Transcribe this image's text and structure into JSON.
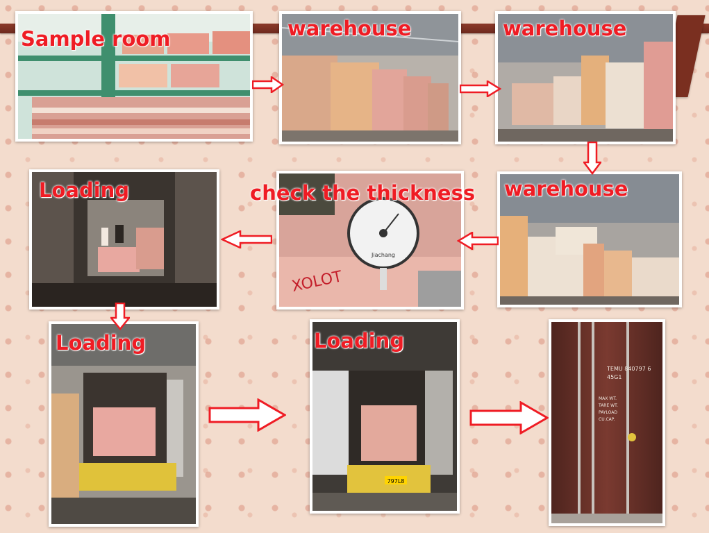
{
  "steps": {
    "sample_room": "Sample room",
    "warehouse_1": "warehouse",
    "warehouse_2": "warehouse",
    "warehouse_3": "warehouse",
    "check_thickness": "check the thickness",
    "loading_1": "Loading",
    "loading_2": "Loading",
    "loading_3": "Loading"
  },
  "photo_text": {
    "gauge_brand": "Jiachang",
    "box_stamp": "XOLOT",
    "container_code": "TEMU 840797 6",
    "container_type": "45G1",
    "max_wt": "MAX WT.",
    "tare_wt": "TARE WT.",
    "payload": "PAYLOAD",
    "cu_cap": "CU.CAP.",
    "plate": "797L8"
  },
  "colors": {
    "label_red": "#ef1c24",
    "ribbon_brown": "#7a2f20",
    "board_pink": "#e8a8a0"
  }
}
